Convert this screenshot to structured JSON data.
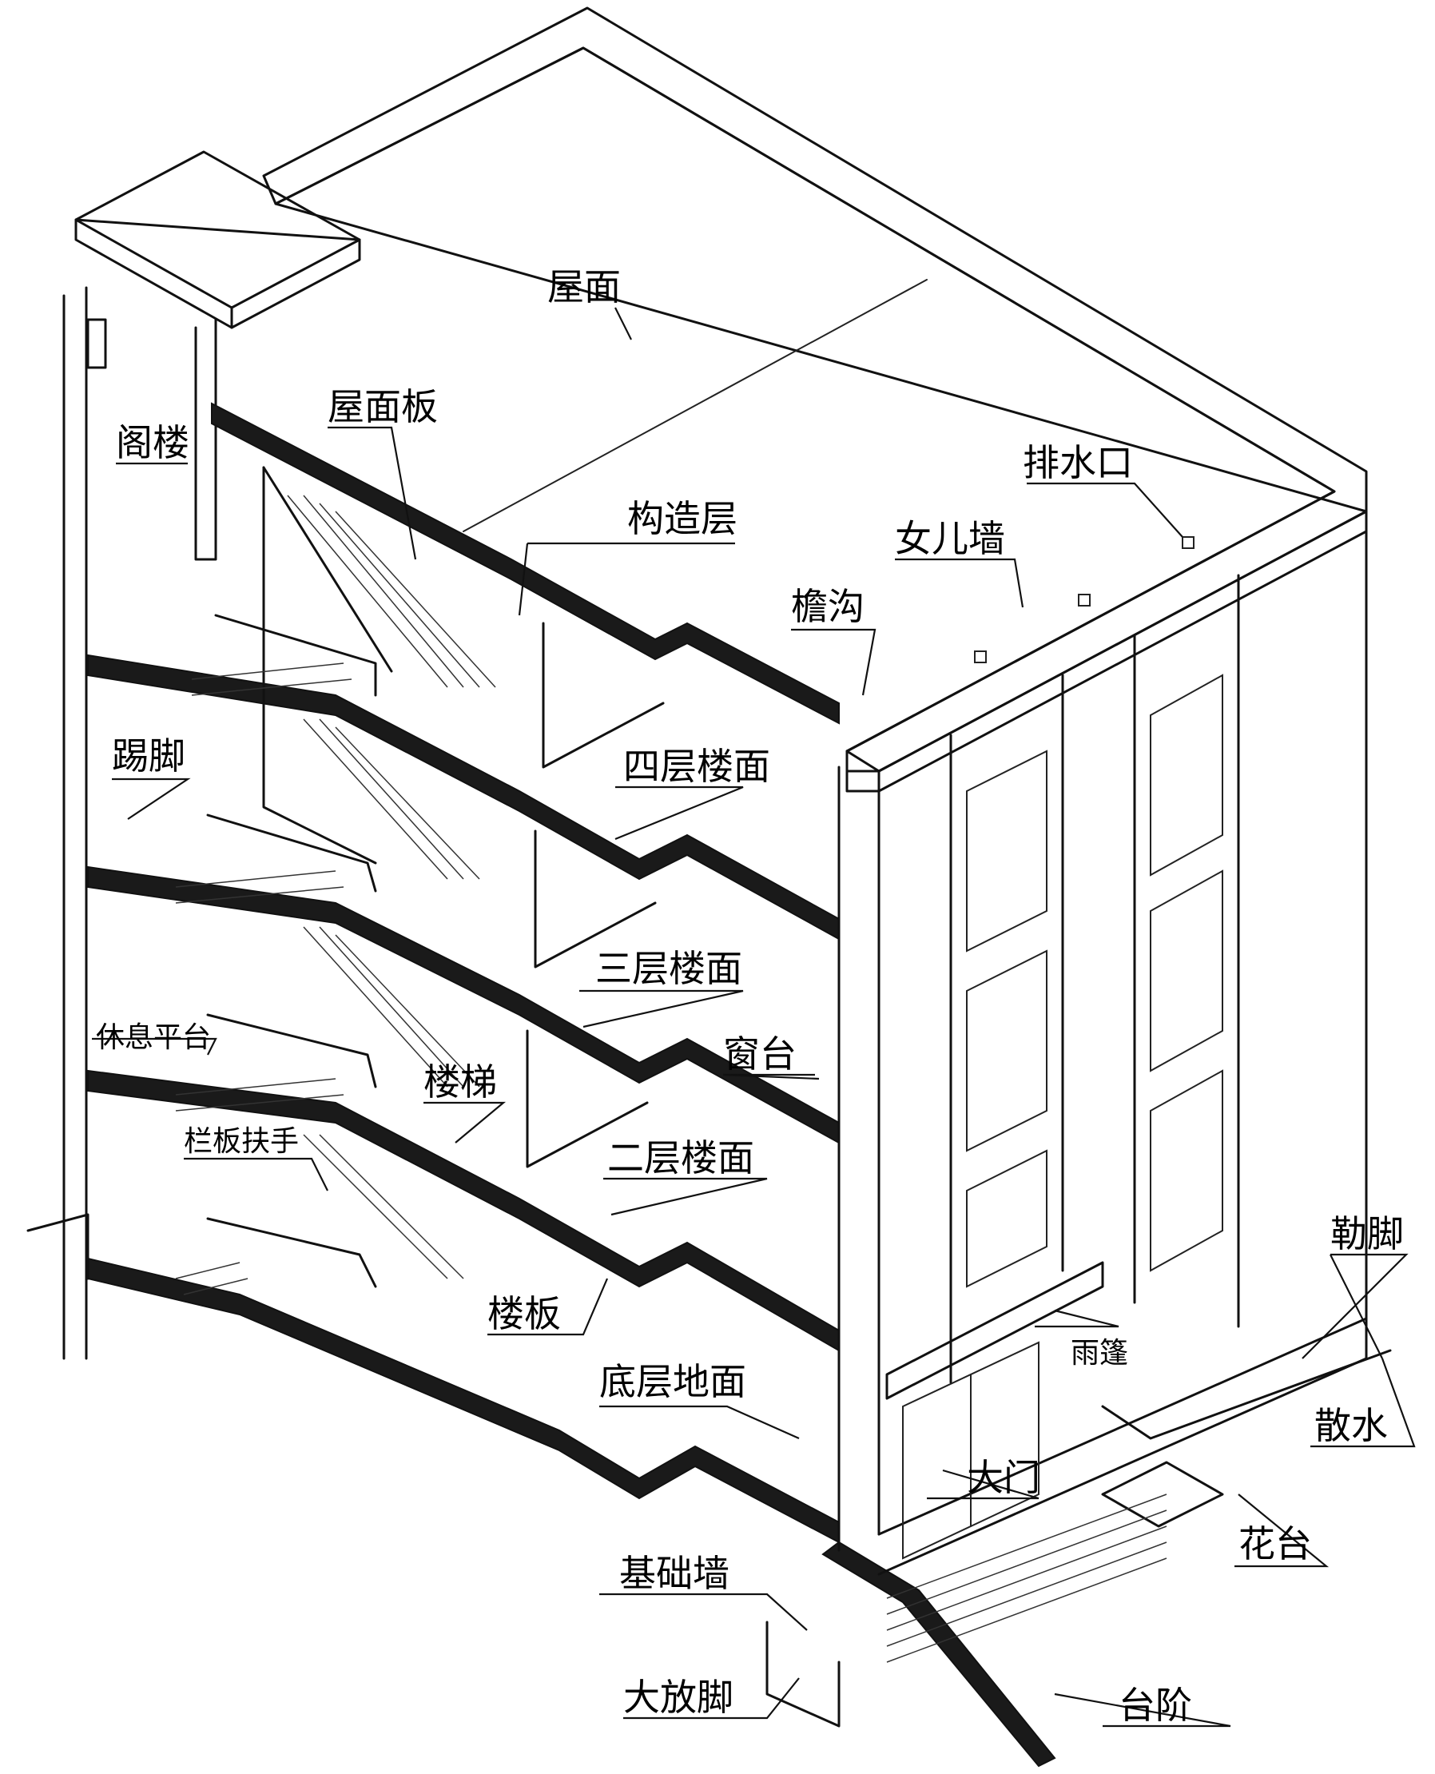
{
  "labels": {
    "roof": "屋面",
    "roof_slab": "屋面板",
    "attic": "阁楼",
    "structural_layer": "构造层",
    "drain_outlet": "排水口",
    "parapet": "女儿墙",
    "eave_gutter": "檐沟",
    "skirting": "踢脚",
    "fourth_floor": "四层楼面",
    "third_floor": "三层楼面",
    "window_sill": "窗台",
    "landing": "休息平台",
    "stairs": "楼梯",
    "second_floor": "二层楼面",
    "railing_handrail": "栏板扶手",
    "floor_slab": "楼板",
    "plinth": "勒脚",
    "canopy": "雨篷",
    "ground_floor": "底层地面",
    "apron": "散水",
    "main_door": "大门",
    "foundation_wall": "基础墙",
    "flower_bed": "花台",
    "footing": "大放脚",
    "steps": "台阶"
  }
}
